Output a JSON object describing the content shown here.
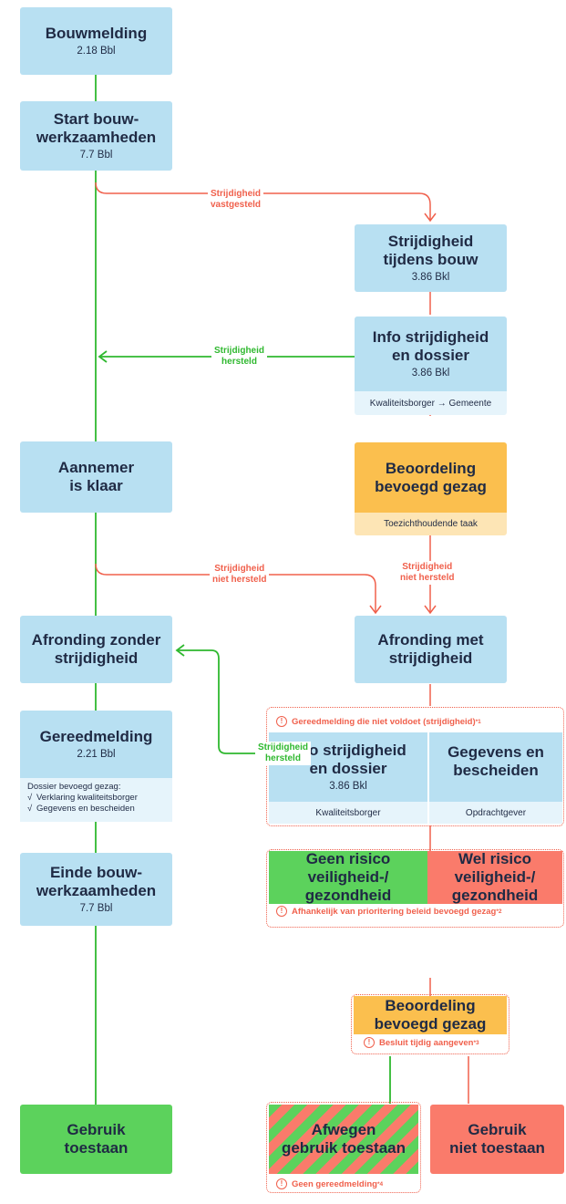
{
  "colors": {
    "blue": "#b8e0f2",
    "light_blue": "#e6f4fb",
    "orange": "#fbbf4e",
    "light_orange": "#fde5b5",
    "green": "#5cd25c",
    "red": "#fa7b6b",
    "line_green": "#2fb82f",
    "line_red": "#f0604c"
  },
  "boxes": {
    "bouwmelding": {
      "title": "Bouwmelding",
      "ref": "2.18 Bbl"
    },
    "start": {
      "title_1": "Start bouw-",
      "title_2": "werkzaamheden",
      "ref": "7.7 Bbl"
    },
    "strijdigheid_bouw": {
      "title_1": "Strijdigheid",
      "title_2": "tijdens bouw",
      "ref": "3.86 Bkl"
    },
    "info_strijdigheid": {
      "title_1": "Info strijdigheid",
      "title_2": "en dossier",
      "ref": "3.86 Bkl",
      "sub": "Kwaliteitsborger → Gemeente"
    },
    "beoordeling_1": {
      "title_1": "Beoordeling",
      "title_2": "bevoegd gezag",
      "sub": "Toezichthoudende taak"
    },
    "aannemer": {
      "title_1": "Aannemer",
      "title_2": "is klaar"
    },
    "afronding_zonder": {
      "title_1": "Afronding zonder",
      "title_2": "strijdigheid"
    },
    "afronding_met": {
      "title_1": "Afronding met",
      "title_2": "strijdigheid"
    },
    "gereedmelding": {
      "title": "Gereedmelding",
      "ref": "2.21 Bbl",
      "dossier_title": "Dossier bevoegd gezag:",
      "check_mark": "√",
      "dossier_items": [
        "Verklaring kwaliteitsborger",
        "Gegevens en bescheiden"
      ]
    },
    "gereedmelding_niet": {
      "note": "Gereedmelding die niet voldoet (strijdigheid)",
      "note_sup": "*1",
      "info_title_1": "Info strijdigheid",
      "info_title_2": "en dossier",
      "info_ref": "3.86 Bkl",
      "info_sub": "Kwaliteitsborger",
      "gegevens_title_1": "Gegevens en",
      "gegevens_title_2": "bescheiden",
      "gegevens_sub": "Opdrachtgever"
    },
    "einde": {
      "title_1": "Einde bouw-",
      "title_2": "werkzaamheden",
      "ref": "7.7 Bbl"
    },
    "risico": {
      "geen_1": "Geen risico",
      "geen_2": "veiligheid-/",
      "geen_3": "gezondheid",
      "wel_1": "Wel risico",
      "wel_2": "veiligheid-/",
      "wel_3": "gezondheid",
      "note": "Afhankelijk van prioritering beleid bevoegd gezag",
      "note_sup": "*2"
    },
    "beoordeling_2": {
      "title_1": "Beoordeling",
      "title_2": "bevoegd gezag",
      "note": "Besluit tijdig aangeven",
      "note_sup": "*3"
    },
    "gebruik_toestaan": {
      "title_1": "Gebruik",
      "title_2": "toestaan"
    },
    "afwegen": {
      "title_1": "Afwegen",
      "title_2": "gebruik toestaan",
      "note": "Geen gereedmelding",
      "note_sup": "*4"
    },
    "gebruik_niet": {
      "title_1": "Gebruik",
      "title_2": "niet toestaan"
    }
  },
  "labels": {
    "vastgesteld": {
      "line_1": "Strijdigheid",
      "line_2": "vastgesteld"
    },
    "hersteld_1": {
      "line_1": "Strijdigheid",
      "line_2": "hersteld"
    },
    "niet_hersteld_1": {
      "line_1": "Strijdigheid",
      "line_2": "niet hersteld"
    },
    "niet_hersteld_2": {
      "line_1": "Strijdigheid",
      "line_2": "niet hersteld"
    },
    "hersteld_2": {
      "line_1": "Strijdigheid",
      "line_2": "hersteld"
    }
  },
  "notes": {
    "icon": "!"
  }
}
